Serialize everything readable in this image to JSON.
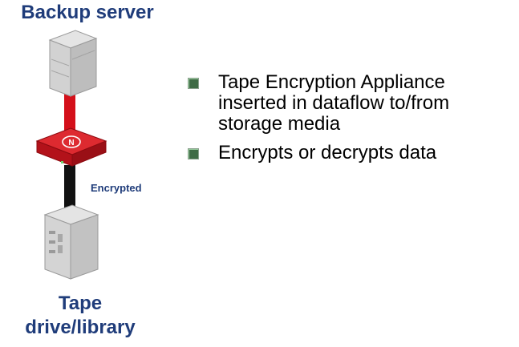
{
  "diagram": {
    "top_label": "Backup server",
    "bottom_label_line1": "Tape",
    "bottom_label_line2": "drive/library",
    "link_label": "Encrypted",
    "appliance_logo": "N",
    "colors": {
      "title": "#1f3c7a",
      "red_link": "#d4101a",
      "black_link": "#111111",
      "appliance": "#c8141c"
    }
  },
  "bullets": [
    {
      "text": "Tape Encryption Appliance inserted in dataflow to/from storage media",
      "icon": "square-bullet-icon"
    },
    {
      "text": "Encrypts or decrypts data",
      "icon": "square-bullet-icon"
    }
  ]
}
